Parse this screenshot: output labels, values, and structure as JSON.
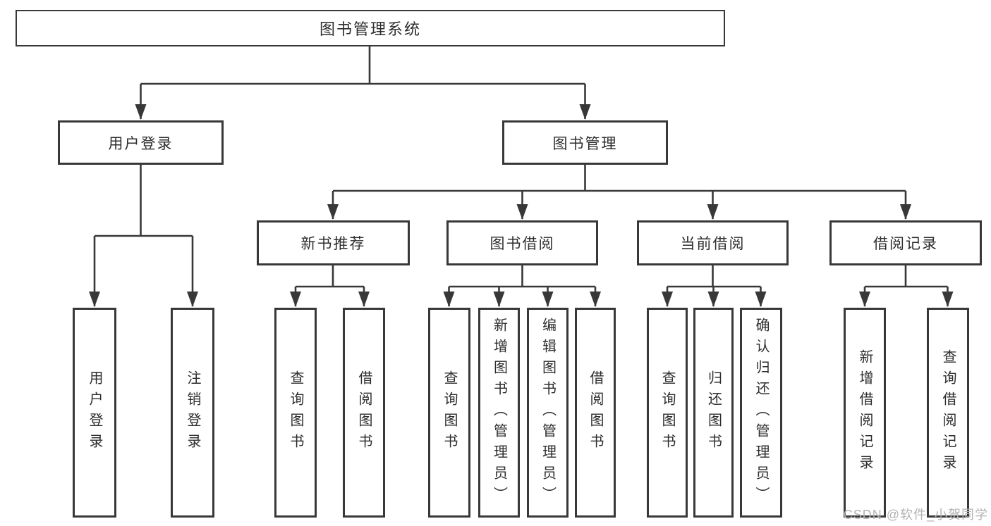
{
  "tree": {
    "label": "图书管理系统",
    "children": [
      {
        "label": "用户登录",
        "children": [
          {
            "label": "用户登录"
          },
          {
            "label": "注销登录"
          }
        ]
      },
      {
        "label": "图书管理",
        "children": [
          {
            "label": "新书推荐",
            "children": [
              {
                "label": "查询图书"
              },
              {
                "label": "借阅图书"
              }
            ]
          },
          {
            "label": "图书借阅",
            "children": [
              {
                "label": "查询图书"
              },
              {
                "label": "新增图书（管理员）"
              },
              {
                "label": "编辑图书（管理员）"
              },
              {
                "label": "借阅图书"
              }
            ]
          },
          {
            "label": "当前借阅",
            "children": [
              {
                "label": "查询图书"
              },
              {
                "label": "归还图书"
              },
              {
                "label": "确认归还（管理员）"
              }
            ]
          },
          {
            "label": "借阅记录",
            "children": [
              {
                "label": "新增借阅记录"
              },
              {
                "label": "查询借阅记录"
              }
            ]
          }
        ]
      }
    ]
  },
  "watermark": {
    "text": "CSDN @软件_小贺同学"
  },
  "colors": {
    "line": "#383838",
    "text": "#2d2d2d",
    "box_background": "#ffffff",
    "page_background": "#ffffff",
    "watermark_color": "#b3b3b3"
  }
}
